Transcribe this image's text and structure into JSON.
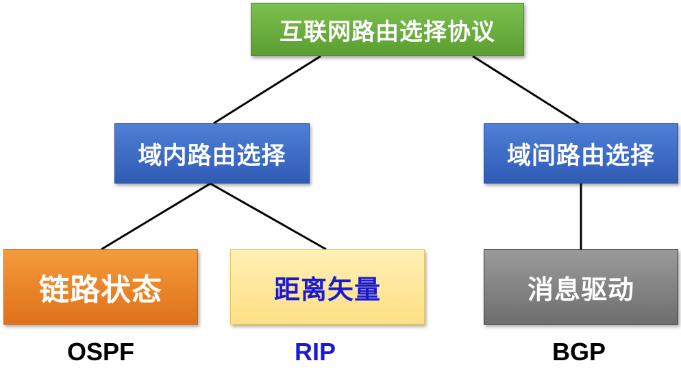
{
  "root": {
    "text": "互联网路由选择协议"
  },
  "intra": {
    "text": "域内路由选择"
  },
  "inter": {
    "text": "域间路由选择"
  },
  "link_state": {
    "text": "链路状态"
  },
  "distance_vector": {
    "text": "距离矢量"
  },
  "message_driven": {
    "text": "消息驱动"
  },
  "protocols": {
    "ospf": "OSPF",
    "rip": "RIP",
    "bgp": "BGP"
  },
  "colors": {
    "green": "#6aaf3d",
    "blue": "#3a67c4",
    "orange": "#ea8528",
    "yellow": "#fde79d",
    "gray": "#7f7f7f",
    "rip_text": "#1a1ad6",
    "line": "#000000"
  }
}
